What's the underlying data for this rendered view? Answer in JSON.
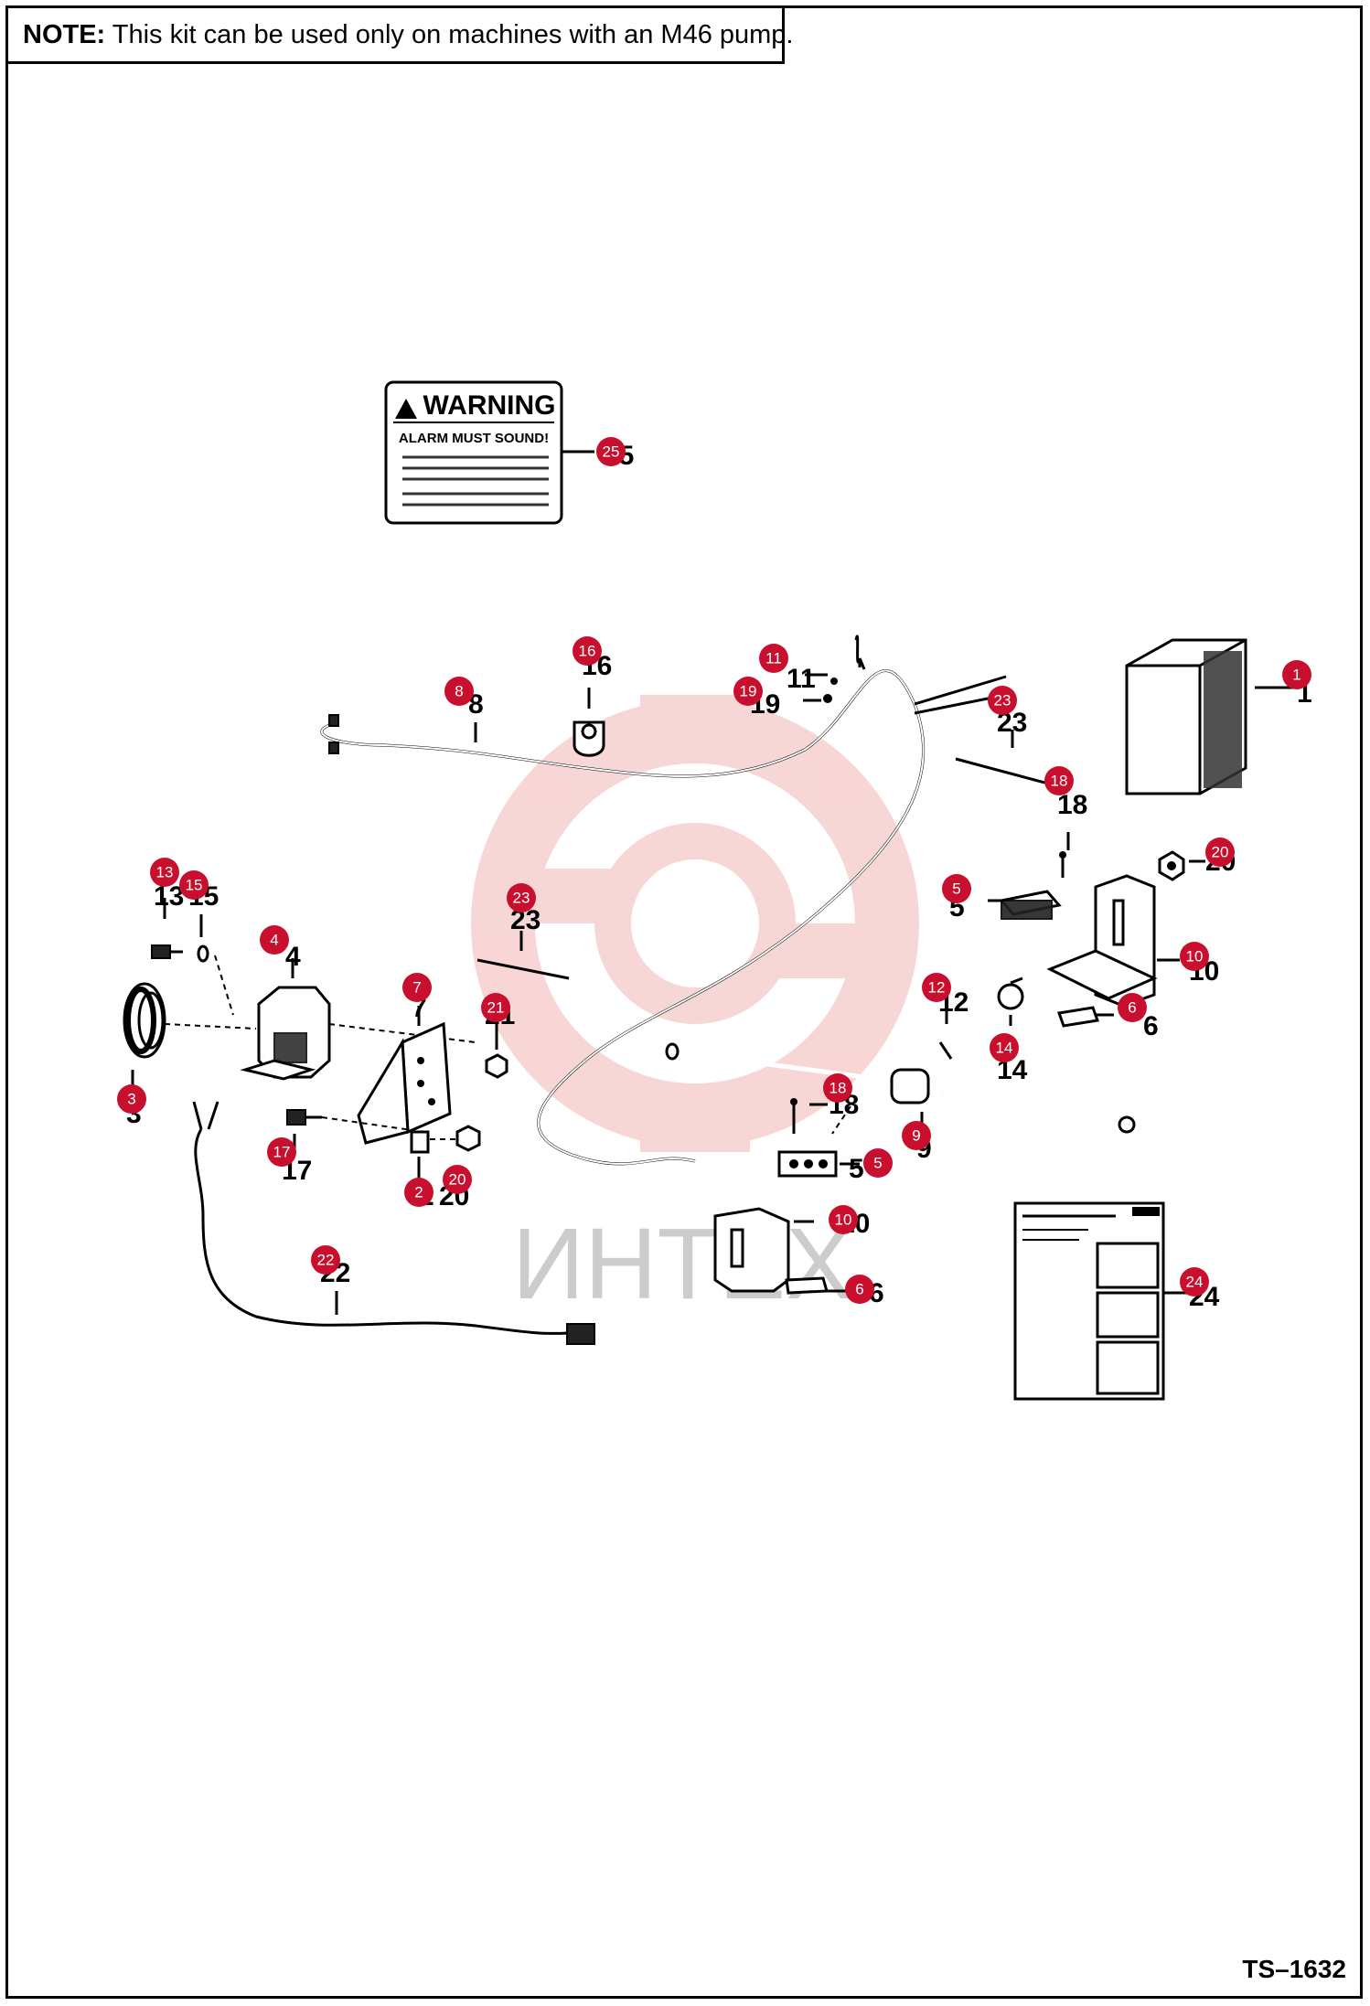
{
  "note": {
    "label": "NOTE:",
    "text": " This kit can be used only on machines with an M46 pump."
  },
  "decal": {
    "heading": "WARNING",
    "alarm_line": "ALARM MUST SOUND!"
  },
  "watermark": "ИНТЕХ",
  "document_id": "TS–1632",
  "colors": {
    "callout": "#c8102e",
    "watermark": "#f2b5b5"
  },
  "callouts": [
    {
      "id": "c1",
      "label": "1"
    },
    {
      "id": "c2",
      "label": "2"
    },
    {
      "id": "c3",
      "label": "3"
    },
    {
      "id": "c4",
      "label": "4"
    },
    {
      "id": "c5a",
      "label": "5"
    },
    {
      "id": "c5b",
      "label": "5"
    },
    {
      "id": "c6a",
      "label": "6"
    },
    {
      "id": "c6b",
      "label": "6"
    },
    {
      "id": "c7",
      "label": "7"
    },
    {
      "id": "c8",
      "label": "8"
    },
    {
      "id": "c9",
      "label": "9"
    },
    {
      "id": "c10a",
      "label": "10"
    },
    {
      "id": "c10b",
      "label": "10"
    },
    {
      "id": "c11",
      "label": "11"
    },
    {
      "id": "c12",
      "label": "12"
    },
    {
      "id": "c13",
      "label": "13"
    },
    {
      "id": "c14",
      "label": "14"
    },
    {
      "id": "c15",
      "label": "15"
    },
    {
      "id": "c16",
      "label": "16"
    },
    {
      "id": "c17",
      "label": "17"
    },
    {
      "id": "c18a",
      "label": "18"
    },
    {
      "id": "c18b",
      "label": "18"
    },
    {
      "id": "c19",
      "label": "19"
    },
    {
      "id": "c20a",
      "label": "20"
    },
    {
      "id": "c20b",
      "label": "20"
    },
    {
      "id": "c21",
      "label": "21"
    },
    {
      "id": "c22",
      "label": "22"
    },
    {
      "id": "c23a",
      "label": "23"
    },
    {
      "id": "c23b",
      "label": "23"
    },
    {
      "id": "c24",
      "label": "24"
    },
    {
      "id": "c25",
      "label": "25"
    }
  ]
}
